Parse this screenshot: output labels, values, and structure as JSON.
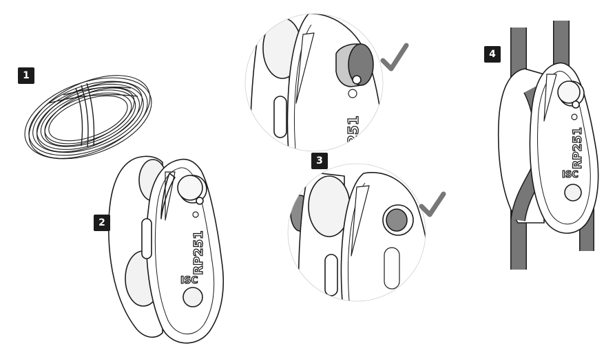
{
  "steps": [
    {
      "number": "1"
    },
    {
      "number": "2"
    },
    {
      "number": "3"
    },
    {
      "number": "4"
    }
  ],
  "pulley": {
    "model_text": "RP251",
    "brand_text": "ISC"
  },
  "check_color": "#777777",
  "cord_color": "#777777",
  "ink_color": "#1b1b1b"
}
